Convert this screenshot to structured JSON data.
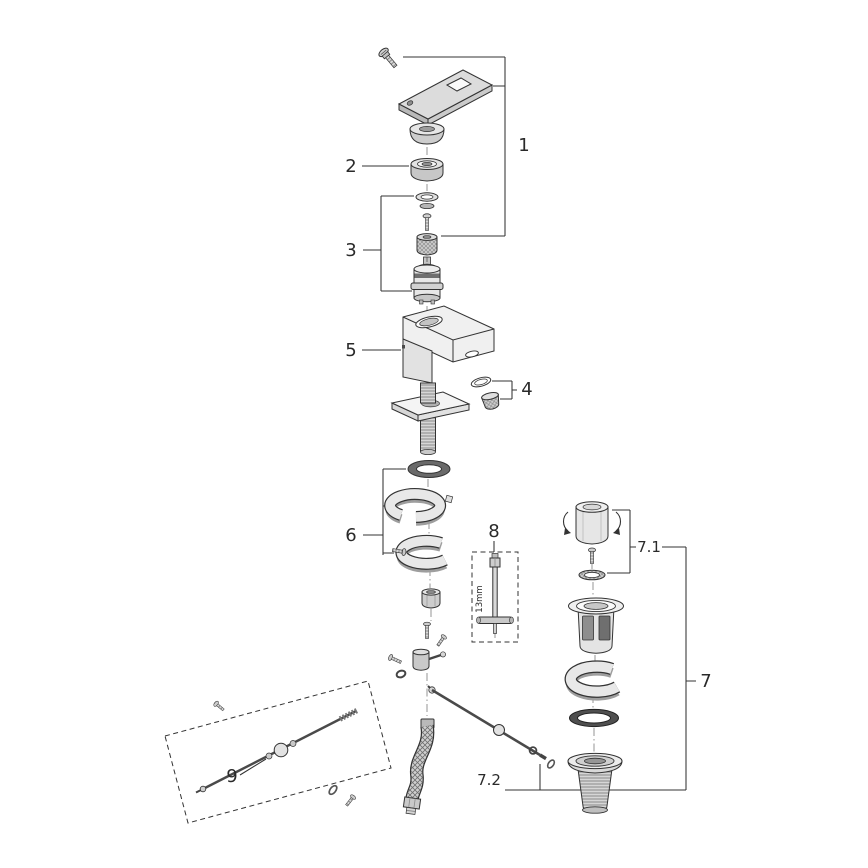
{
  "diagram": {
    "type": "exploded-parts-diagram",
    "labels": {
      "part1": "1",
      "part2": "2",
      "part3": "3",
      "part4": "4",
      "part5": "5",
      "part6": "6",
      "part7": "7",
      "part7_1": "7.1",
      "part7_2": "7.2",
      "part8": "8",
      "part9": "9",
      "tool_size": "13mm"
    },
    "colors": {
      "background": "#ffffff",
      "line": "#333333",
      "metal_light": "#ececec",
      "metal_mid": "#cfcfcf",
      "metal_dark": "#8f8f8f",
      "rubber": "#4f4f4f"
    }
  }
}
